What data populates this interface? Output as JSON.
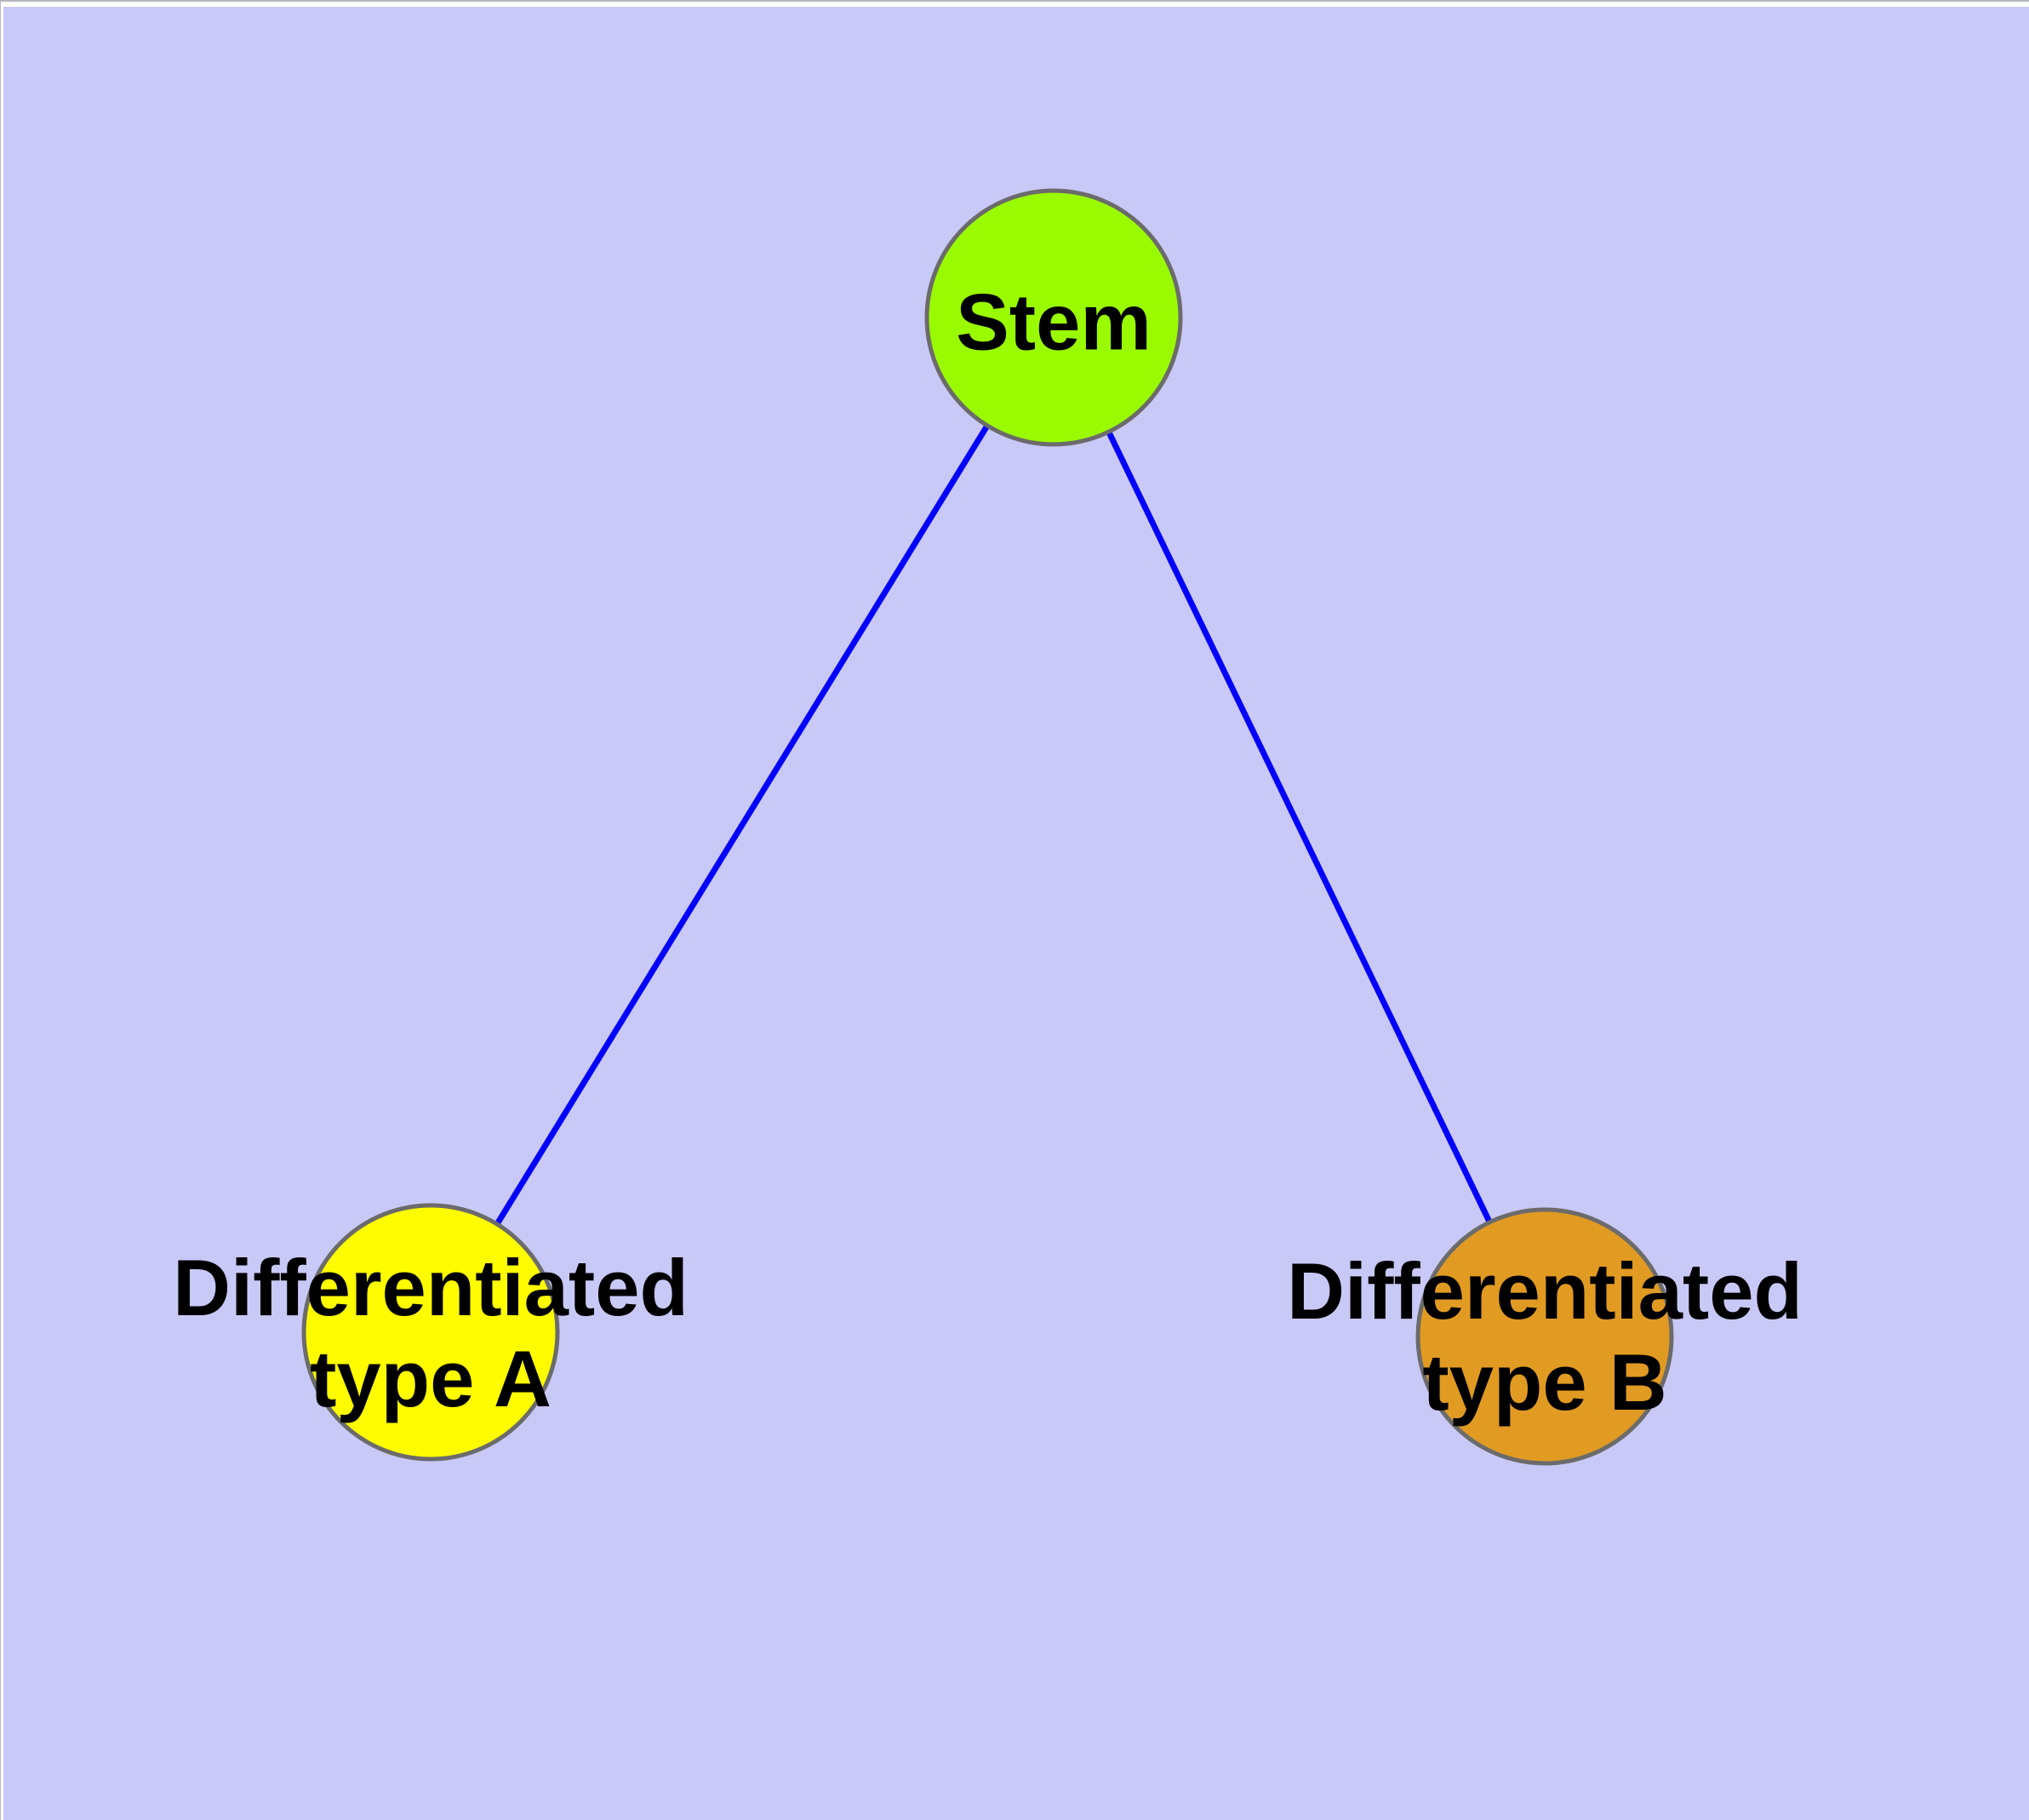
{
  "diagram": {
    "background_color": "#C9C9F8",
    "node_border_color": "#6B6B6B",
    "edge_color": "#0000FB",
    "label_color": "#000000",
    "nodes": [
      {
        "id": "stem",
        "label": "Stem",
        "fill": "#9AFB00"
      },
      {
        "id": "differentiated-type-a",
        "label_line1": "Differentiated",
        "label_line2": "type A",
        "fill": "#FFFB00"
      },
      {
        "id": "differentiated-type-b",
        "label_line1": "Differentiated",
        "label_line2": "type B",
        "fill": "#E19A22"
      }
    ],
    "edges": [
      {
        "from": "stem",
        "to": "differentiated-type-a"
      },
      {
        "from": "stem",
        "to": "differentiated-type-b"
      }
    ]
  }
}
